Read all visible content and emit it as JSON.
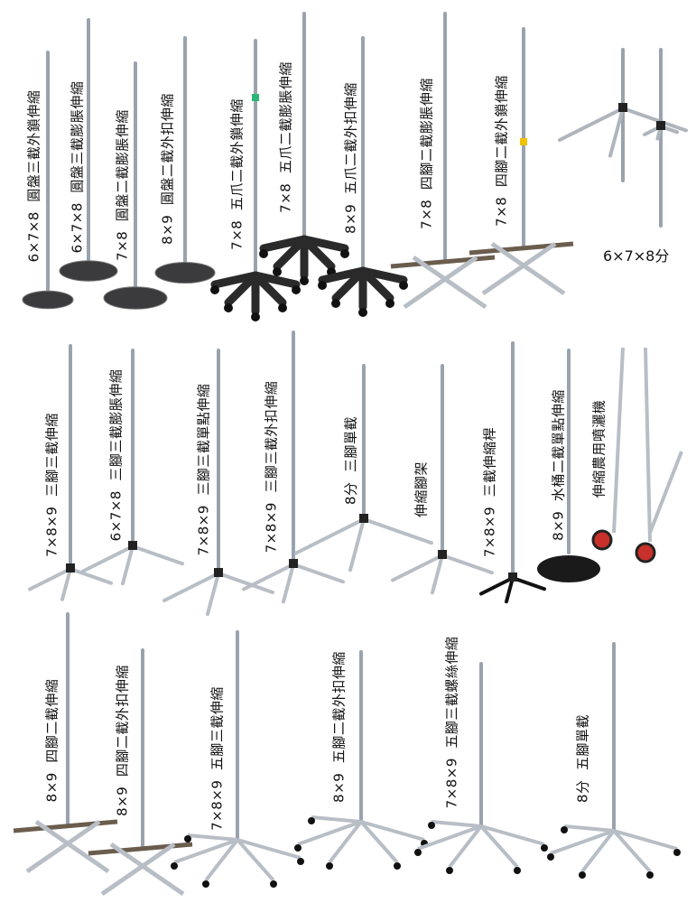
{
  "row1": [
    "6×7×8  圓盤三截外鎖伸縮",
    "6×7×8  圓盤三截膨脹伸縮",
    "7×8  圓盤二截膨脹伸縮",
    "8×9  圓盤二截外扣伸縮",
    "7×8  五爪二截外鎖伸縮",
    "7×8  五爪二截膨脹伸縮",
    "8×9  五爪二截外扣伸縮",
    "7×8  四腳二截膨脹伸縮",
    "7×8  四腳二截外鎖伸縮",
    "6×7×8分"
  ],
  "row2": [
    "7×8×9  三腳三截伸縮",
    "6×7×8  三腳三截膨脹伸縮",
    "7×8×9  三腳三截單點伸縮",
    "7×8×9  三腳三截外扣伸縮",
    "8分  三腳單截",
    "伸縮腳架",
    "7×8×9  三截伸縮桿",
    "8×9  水桶二截單點伸縮",
    "伸縮農用噴灑機"
  ],
  "row3": [
    "8×9  四腳二截伸縮",
    "8×9  四腳二截外扣伸縮",
    "7×8×9  五腳三截伸縮",
    "8×9  五腳二截外扣伸縮",
    "7×8×9  五腳三截螺絲伸縮",
    "8分  五腳單截"
  ],
  "colors": {
    "pole": "#9aa3ad",
    "base_dark": "#2a2a2a",
    "leg": "#b8bec6",
    "wheel": "#c8302a"
  }
}
